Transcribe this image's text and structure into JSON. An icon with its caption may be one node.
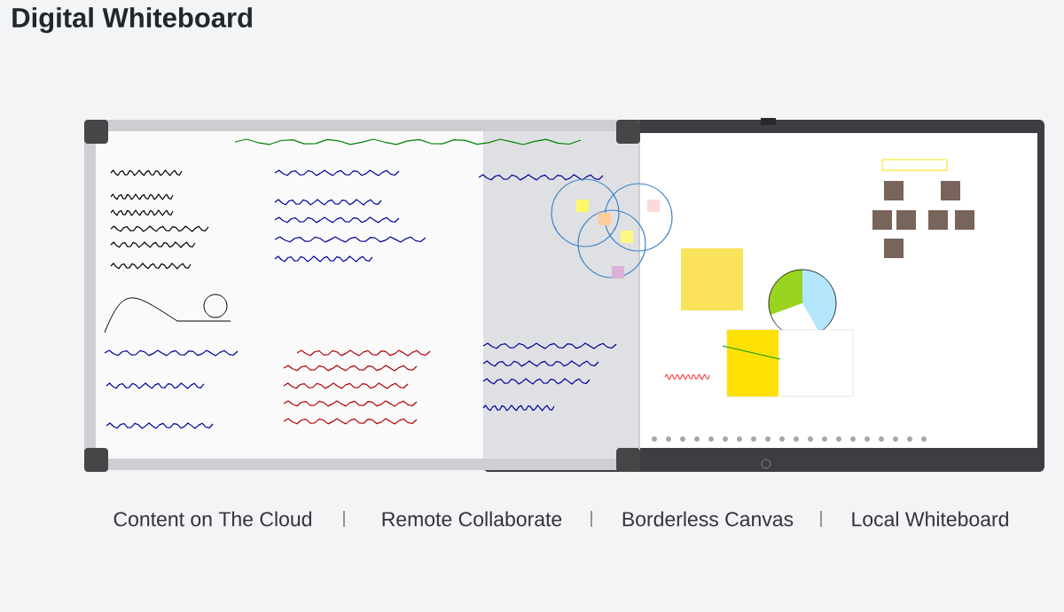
{
  "diagram": {
    "title": "Digital Whiteboard",
    "labels": [
      "Content on The Cloud",
      "Remote Collaborate",
      "Borderless Canvas",
      "Local Whiteboard"
    ]
  }
}
